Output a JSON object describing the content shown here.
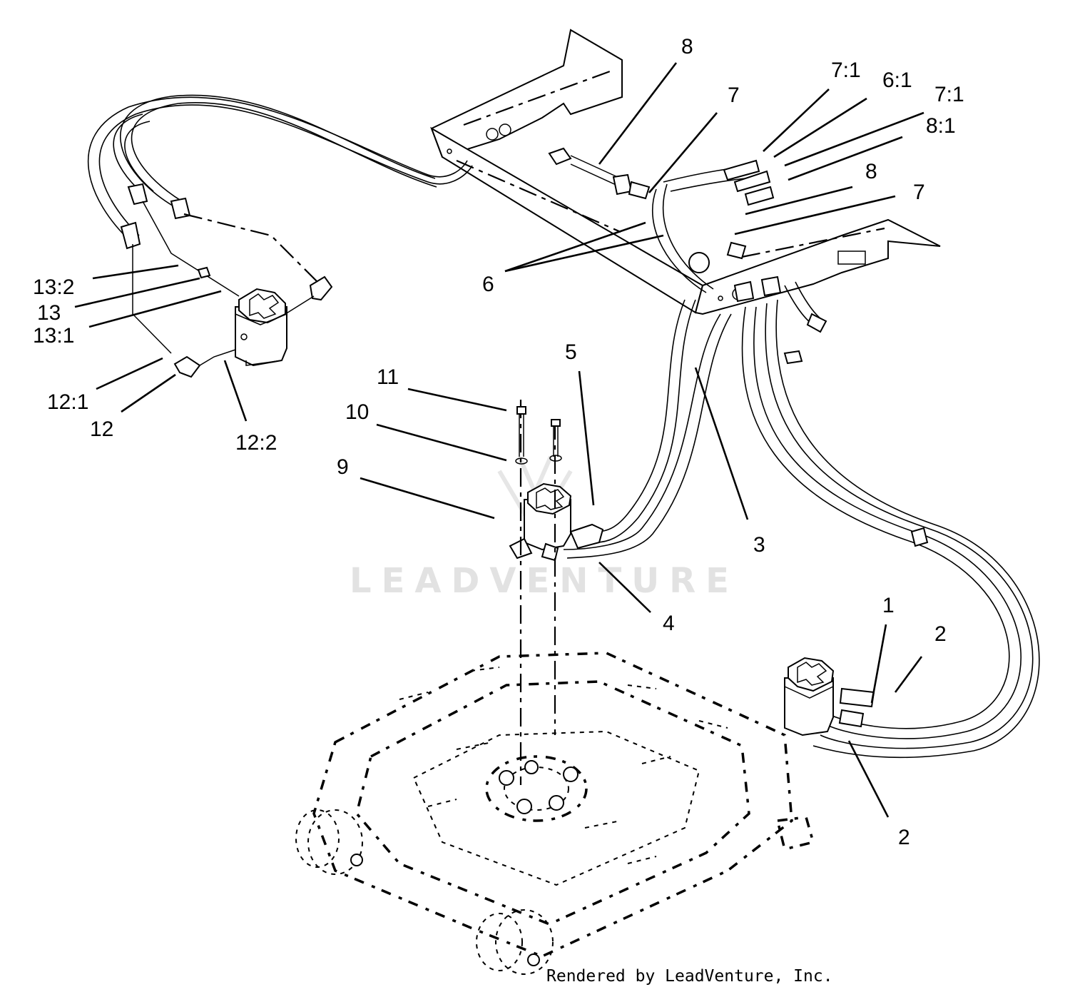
{
  "watermark": "LEADVENTURE",
  "credit": "Rendered by LeadVenture, Inc.",
  "callouts": {
    "c1": "1",
    "c2a": "2",
    "c2b": "2",
    "c3": "3",
    "c4": "4",
    "c5": "5",
    "c6": "6",
    "c6_1": "6:1",
    "c7a": "7",
    "c7b": "7",
    "c7_1a": "7:1",
    "c7_1b": "7:1",
    "c8a": "8",
    "c8b": "8",
    "c8_1": "8:1",
    "c9": "9",
    "c10": "10",
    "c11": "11",
    "c12": "12",
    "c12_1": "12:1",
    "c12_2": "12:2",
    "c13": "13",
    "c13_1": "13:1",
    "c13_2": "13:2"
  }
}
